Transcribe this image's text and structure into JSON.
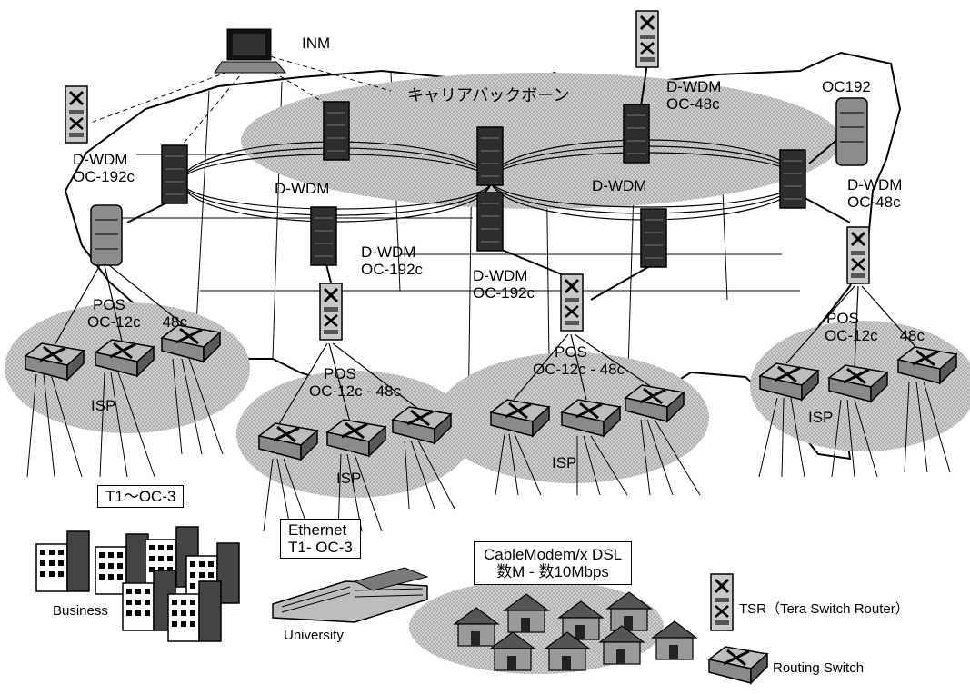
{
  "inm_label": "INM",
  "backbone_label": "キャリアバックボーン",
  "labels": {
    "dwdm_oc48_top": [
      "D-WDM",
      "OC-48c"
    ],
    "oc192": "OC192",
    "dwdm_oc192_left": [
      "D-WDM",
      "OC-192c"
    ],
    "dwdm_mid_left": "D-WDM",
    "dwdm_mid_right": "D-WDM",
    "dwdm_oc48_right": [
      "D-WDM",
      "OC-48c"
    ],
    "dwdm_oc192_center": [
      "D-WDM",
      "OC-192c"
    ],
    "dwdm_oc192_center2": [
      "D-WDM",
      "OC-192c"
    ],
    "pos_left": [
      "POS",
      "OC-12c",
      "48c"
    ],
    "pos_mid": [
      "POS",
      "OC-12c - 48c"
    ],
    "pos_center": [
      "POS",
      "OC-12c - 48c"
    ],
    "pos_right": [
      "POS",
      "OC-12c",
      "48c"
    ],
    "isp": "ISP"
  },
  "access_boxes": {
    "t1_oc3": "T1～OC-3",
    "ethernet": [
      "Ethernet",
      "T1- OC-3"
    ],
    "cable": [
      "CableModem/x DSL",
      "数M - 数10Mbps"
    ]
  },
  "sites": {
    "business": "Business",
    "university": "University"
  },
  "legend": {
    "tsr": "TSR（Tera Switch Router）",
    "routing_switch": "Routing Switch"
  },
  "colors": {
    "map_fill": "#ffffff",
    "cloud_fill": "#d4d4d4",
    "dark_device": "#2e2e2e",
    "light_device": "#c8c8c8"
  }
}
